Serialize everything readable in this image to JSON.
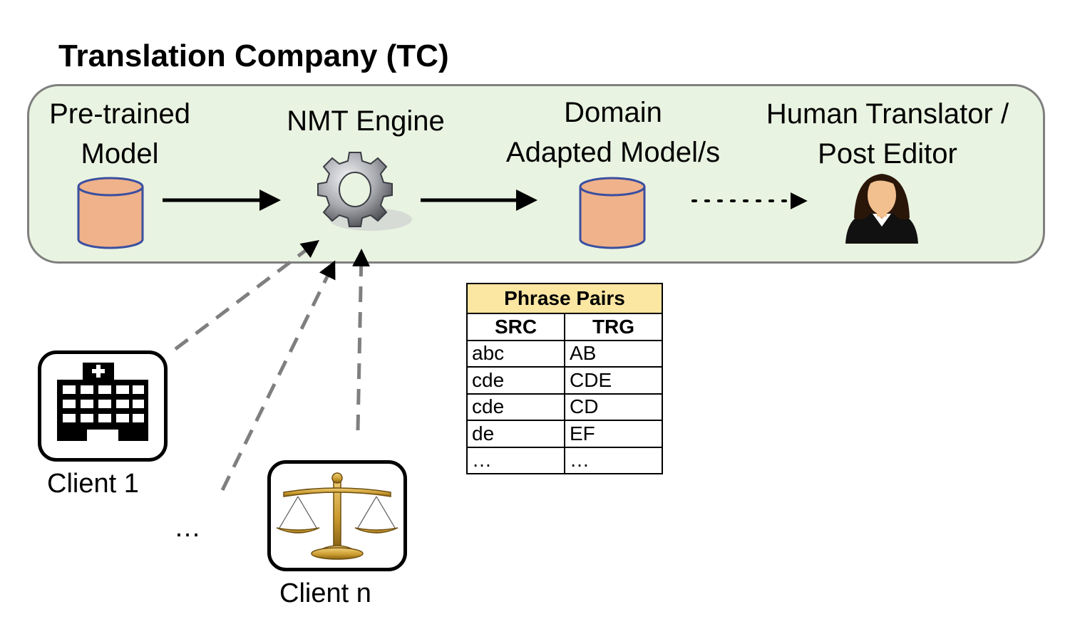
{
  "title": "Translation Company (TC)",
  "nodes": {
    "pretrained_line1": "Pre-trained",
    "pretrained_line2": "Model",
    "nmt_engine": "NMT Engine",
    "domain_line1": "Domain",
    "domain_line2": "Adapted Model/s",
    "human_line1": "Human Translator /",
    "human_line2": "Post Editor"
  },
  "clients": {
    "client1": "Client 1",
    "ellipsis": "…",
    "clientn": "Client n"
  },
  "phrase_table": {
    "caption": "Phrase Pairs",
    "headers": [
      "SRC",
      "TRG"
    ],
    "rows": [
      [
        "abc",
        "AB"
      ],
      [
        "cde",
        "CDE"
      ],
      [
        "cde",
        "CD"
      ],
      [
        "de",
        "EF"
      ],
      [
        "…",
        "…"
      ]
    ]
  },
  "icons": {
    "pretrained": "database-icon",
    "nmt": "gear-icon",
    "domain": "database-icon",
    "human": "person-icon",
    "client1": "hospital-icon",
    "clientn": "scales-icon"
  },
  "colors": {
    "tc_box_fill": "#e9f3e1",
    "database_fill": "#f0b28a",
    "database_stroke": "#3a4fa0",
    "table_caption_fill": "#fbe6a2",
    "dashed_arrow": "#7f7f7f"
  }
}
